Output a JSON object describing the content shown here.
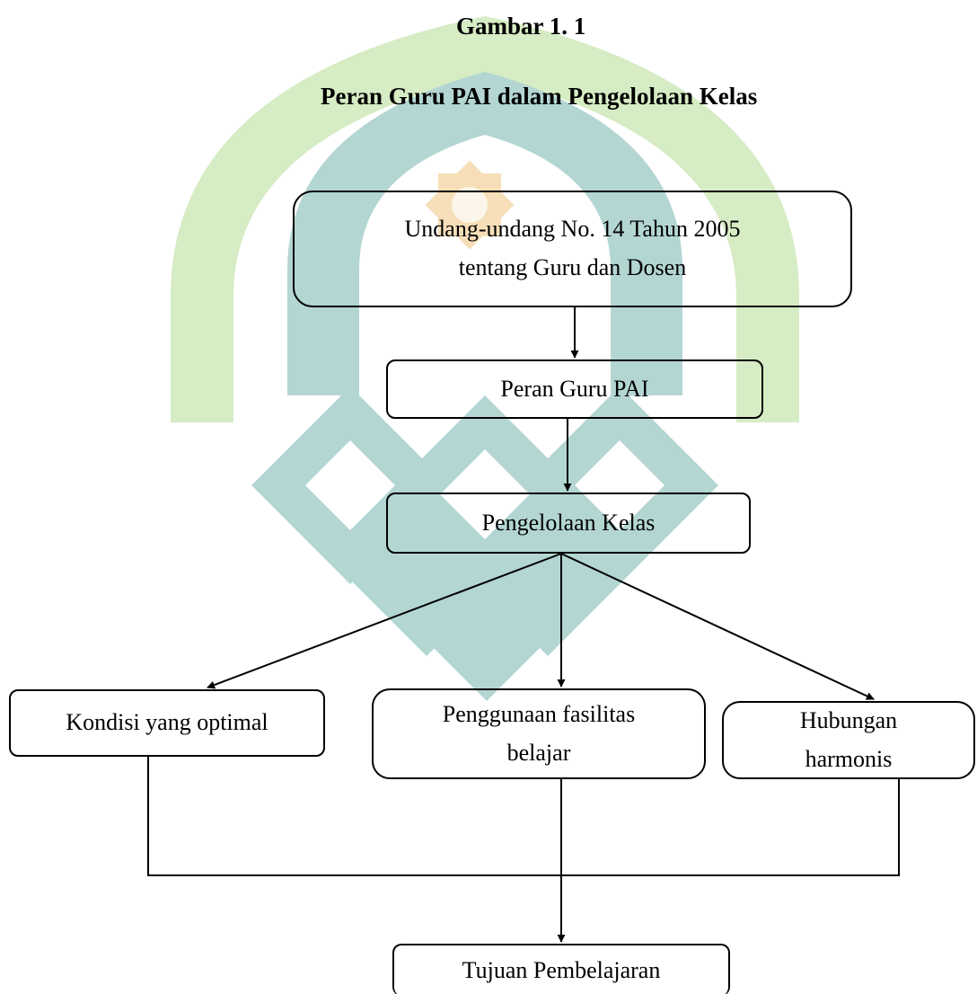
{
  "figure_label": "Gambar 1. 1",
  "title": "Peran Guru PAI dalam Pengelolaan Kelas",
  "nodes": {
    "law": {
      "line1": "Undang-undang No. 14 Tahun 2005",
      "line2": "tentang Guru dan Dosen"
    },
    "role": {
      "line1": "Peran Guru PAI"
    },
    "management": {
      "line1": "Pengelolaan Kelas"
    },
    "condition": {
      "line1": "Kondisi yang optimal"
    },
    "facilities": {
      "line1": "Penggunaan fasilitas",
      "line2": "belajar"
    },
    "relation": {
      "line1": "Hubungan",
      "line2": "harmonis"
    },
    "goal": {
      "line1": "Tujuan Pembelajaran"
    }
  },
  "colors": {
    "watermark_green": "#d6ecc4",
    "watermark_teal": "#b3d6d3",
    "watermark_gold": "#f6dfb8",
    "line": "#000000"
  }
}
